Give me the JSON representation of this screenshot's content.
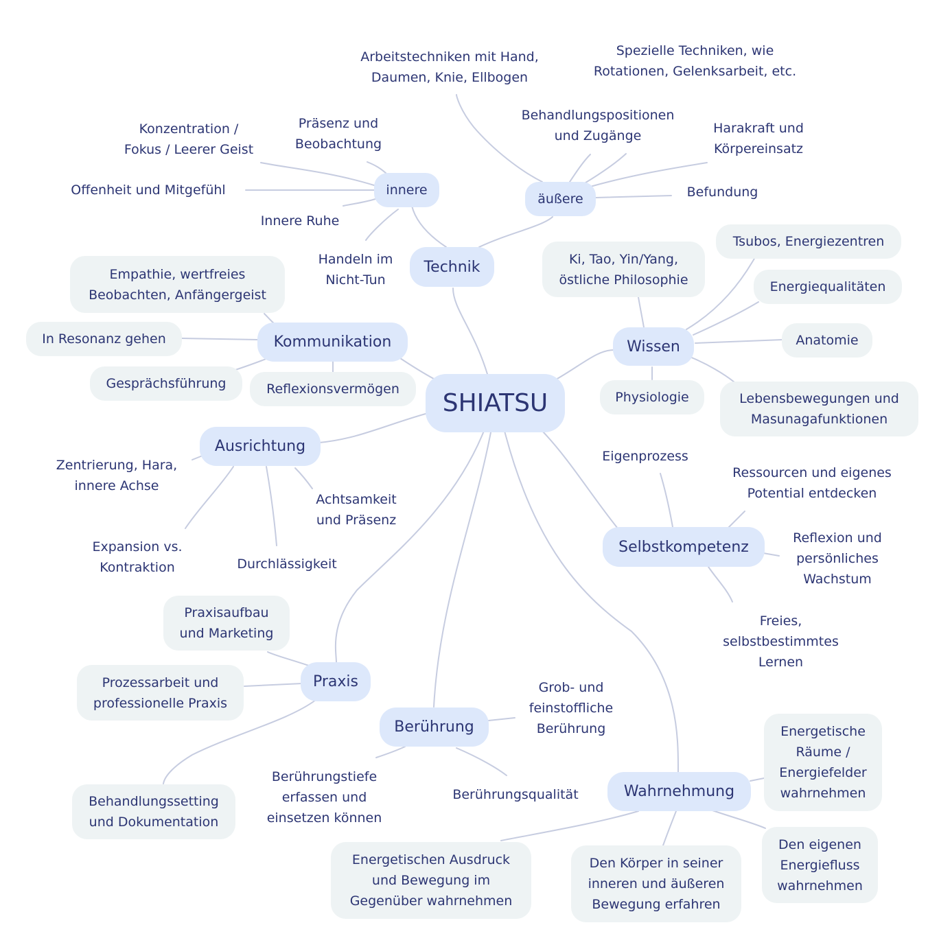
{
  "root": "SHIATSU",
  "technik": {
    "label": "Technik",
    "innere": {
      "label": "innere",
      "konzentration": "Konzentration /\nFokus / Leerer Geist",
      "praesenz": "Präsenz und\nBeobachtung",
      "offenheit": "Offenheit und Mitgefühl",
      "ruhe": "Innere Ruhe",
      "handeln": "Handeln im\nNicht-Tun"
    },
    "aeussere": {
      "label": "äußere",
      "arbeitstechniken": "Arbeitstechniken mit Hand,\nDaumen, Knie, Ellbogen",
      "spezielle": "Spezielle Techniken, wie\nRotationen, Gelenksarbeit, etc.",
      "positionen": "Behandlungspositionen\nund Zugänge",
      "harakraft": "Harakraft und\nKörpereinsatz",
      "befundung": "Befundung"
    }
  },
  "wissen": {
    "label": "Wissen",
    "ki": "Ki, Tao, Yin/Yang,\nöstliche Philosophie",
    "tsubos": "Tsubos, Energiezentren",
    "energiequalitaeten": "Energiequalitäten",
    "anatomie": "Anatomie",
    "physiologie": "Physiologie",
    "lebensbewegungen": "Lebensbewegungen und\nMasunagafunktionen"
  },
  "kommunikation": {
    "label": "Kommunikation",
    "empathie": "Empathie, wertfreies\nBeobachten, Anfängergeist",
    "resonanz": "In Resonanz gehen",
    "gespraech": "Gesprächsführung",
    "reflexion": "Reflexionsvermögen"
  },
  "ausrichtung": {
    "label": "Ausrichtung",
    "zentrierung": "Zentrierung, Hara,\ninnere Achse",
    "achtsamkeit": "Achtsamkeit\nund Präsenz",
    "expansion": "Expansion vs.\nKontraktion",
    "durchlaessigkeit": "Durchlässigkeit"
  },
  "selbstkompetenz": {
    "label": "Selbstkompetenz",
    "eigenprozess": "Eigenprozess",
    "ressourcen": "Ressourcen und eigenes\nPotential entdecken",
    "reflexion": "Reflexion und\npersönliches\nWachstum",
    "lernen": "Freies,\nselbstbestimmtes\nLernen"
  },
  "praxis": {
    "label": "Praxis",
    "praxisaufbau": "Praxisaufbau\nund Marketing",
    "prozessarbeit": "Prozessarbeit und\nprofessionelle Praxis",
    "setting": "Behandlungssetting\nund Dokumentation"
  },
  "beruehrung": {
    "label": "Berührung",
    "grob": "Grob- und\nfeinstoffliche\nBerührung",
    "tiefe": "Berührungstiefe\nerfassen und\neinsetzen können",
    "qualitaet": "Berührungsqualität"
  },
  "wahrnehmung": {
    "label": "Wahrnehmung",
    "raeume": "Energetische\nRäume /\nEnergiefelder\nwahrnehmen",
    "energiefluss": "Den eigenen\nEnergiefluss\nwahrnehmen",
    "koerper": "Den Körper in seiner\ninneren und äußeren\nBewegung erfahren",
    "ausdruck": "Energetischen Ausdruck\nund Bewegung im\nGegenüber wahrnehmen"
  }
}
